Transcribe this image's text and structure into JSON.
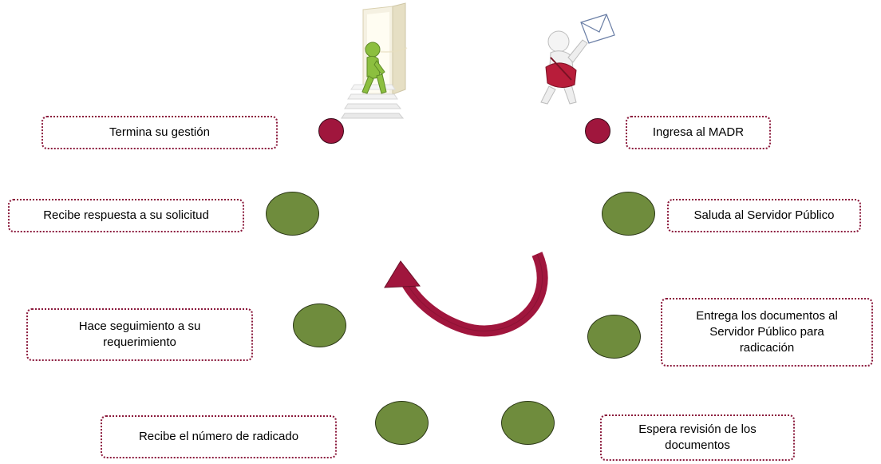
{
  "colors": {
    "border": "#8B1A3C",
    "start_end_dot": "#A0163D",
    "step_dot": "#6F8C3D",
    "arrow": "#A0163D"
  },
  "steps": {
    "ingresa": "Ingresa al MADR",
    "saluda": "Saluda al Servidor Público",
    "entrega": "Entrega los documentos al Servidor Público para radicación",
    "espera": "Espera revisión de los documentos",
    "recibe_numero": "Recibe el número de radicado",
    "seguimiento": "Hace seguimiento a su requerimiento",
    "respuesta": "Recibe respuesta a su solicitud",
    "termina": "Termina su gestión"
  },
  "illustrations": {
    "exit": "figure-walking-out-door",
    "entry": "figure-carrying-mail"
  }
}
